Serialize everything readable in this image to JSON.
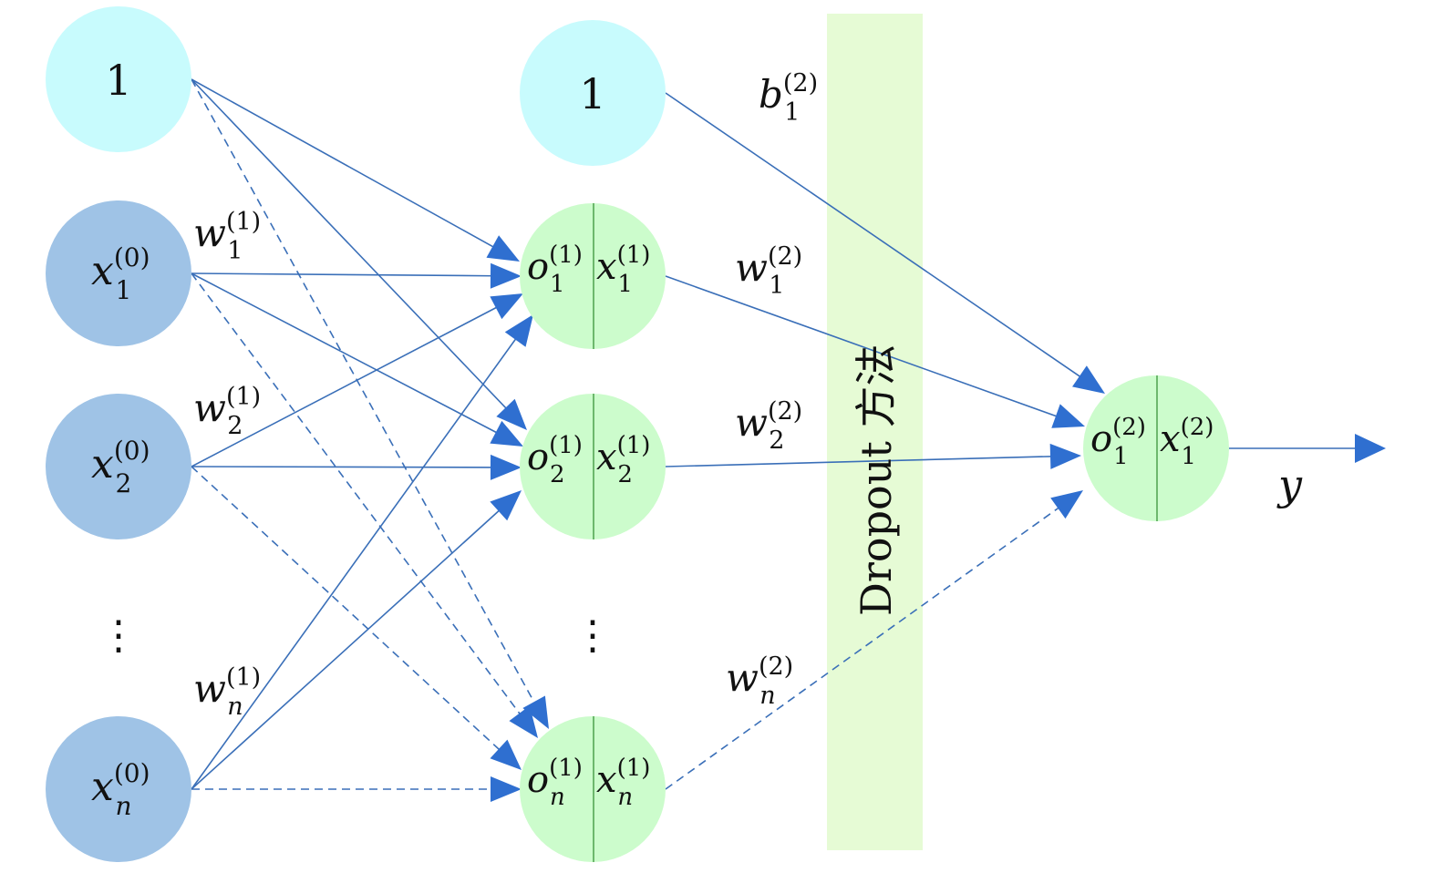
{
  "colors": {
    "bias_node": "#c8fbfd",
    "input_node": "#9fc3e6",
    "hidden_node": "#ccfccc",
    "node_divider": "#2e8b2e",
    "edge": "#3a6fb8",
    "arrow": "#2f6fd0",
    "dropout_band": "#e6fbd5"
  },
  "input_layer": {
    "bias": "1",
    "vdots": "⋮",
    "nodes": [
      {
        "base": "x",
        "sub": "1",
        "sup": "(0)"
      },
      {
        "base": "x",
        "sub": "2",
        "sup": "(0)"
      },
      {
        "base": "x",
        "sub": "n",
        "sup": "(0)"
      }
    ]
  },
  "hidden_layer": {
    "bias": "1",
    "vdots": "⋮",
    "nodes": [
      {
        "o_base": "o",
        "o_sub": "1",
        "o_sup": "(1)",
        "x_base": "x",
        "x_sub": "1",
        "x_sup": "(1)"
      },
      {
        "o_base": "o",
        "o_sub": "2",
        "o_sup": "(1)",
        "x_base": "x",
        "x_sub": "2",
        "x_sup": "(1)"
      },
      {
        "o_base": "o",
        "o_sub": "n",
        "o_sup": "(1)",
        "x_base": "x",
        "x_sub": "n",
        "x_sup": "(1)"
      }
    ]
  },
  "output_node": {
    "o_base": "o",
    "o_sub": "1",
    "o_sup": "(2)",
    "x_base": "x",
    "x_sub": "1",
    "x_sup": "(2)"
  },
  "output_label": "y",
  "weights_layer1": [
    {
      "base": "w",
      "sub": "1",
      "sup": "(1)"
    },
    {
      "base": "w",
      "sub": "2",
      "sup": "(1)"
    },
    {
      "base": "w",
      "sub": "n",
      "sup": "(1)"
    }
  ],
  "weights_layer2": [
    {
      "base": "w",
      "sub": "1",
      "sup": "(2)"
    },
    {
      "base": "w",
      "sub": "2",
      "sup": "(2)"
    },
    {
      "base": "w",
      "sub": "n",
      "sup": "(2)"
    }
  ],
  "bias_weight": {
    "base": "b",
    "sub": "1",
    "sup": "(2)"
  },
  "dropout_label": "Dropout 方法"
}
